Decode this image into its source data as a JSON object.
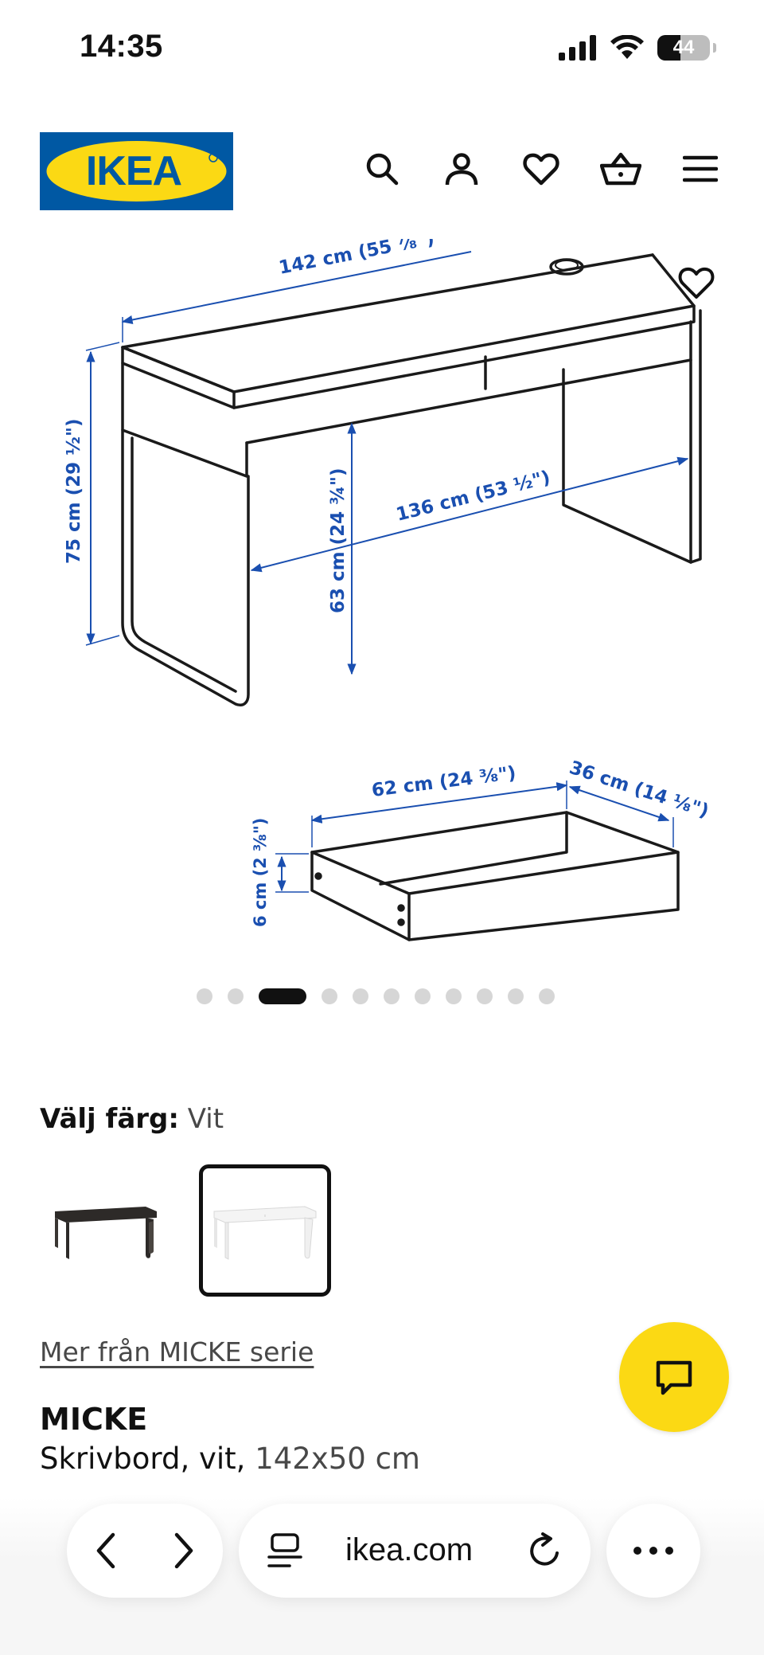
{
  "status_bar": {
    "time": "14:35",
    "battery": "44",
    "battery_level": 0.44
  },
  "header": {
    "logo_text": "IKEA",
    "icons": [
      "search-icon",
      "user-icon",
      "heart-icon",
      "cart-icon",
      "menu-icon"
    ]
  },
  "gallery": {
    "dimensions": {
      "width": "142 cm (55 ⅞\")",
      "height": "75 cm (29 ½\")",
      "inner_height": "63 cm (24 ¾\")",
      "inner_width": "136 cm (53 ½\")",
      "drawer_width": "62 cm (24 ⅜\")",
      "drawer_depth": "36 cm (14 ⅛\")",
      "drawer_height": "6 cm (2 ⅜\")"
    },
    "dot_count": 11,
    "active_index": 2
  },
  "color_select": {
    "label": "Välj färg:",
    "value": "Vit",
    "options": [
      "black-brown",
      "white"
    ],
    "selected": "white"
  },
  "series_link": "Mer från MICKE serie",
  "product": {
    "name": "MICKE",
    "desc_main": "Skrivbord, vit, ",
    "desc_size": "142x50 cm"
  },
  "browser": {
    "url": "ikea.com"
  },
  "colors": {
    "ikea_blue": "#0058a3",
    "ikea_yellow": "#fbd914",
    "dimension_blue": "#1a4fb0"
  }
}
